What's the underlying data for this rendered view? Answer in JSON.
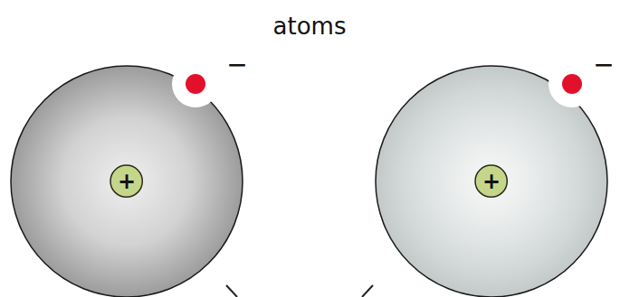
{
  "diagram": {
    "title": "atoms",
    "nodes": [
      {
        "text": [
          "+"
        ]
      },
      {
        "text": [
          "+"
        ]
      }
    ],
    "labels": [
      "−",
      "−"
    ]
  }
}
